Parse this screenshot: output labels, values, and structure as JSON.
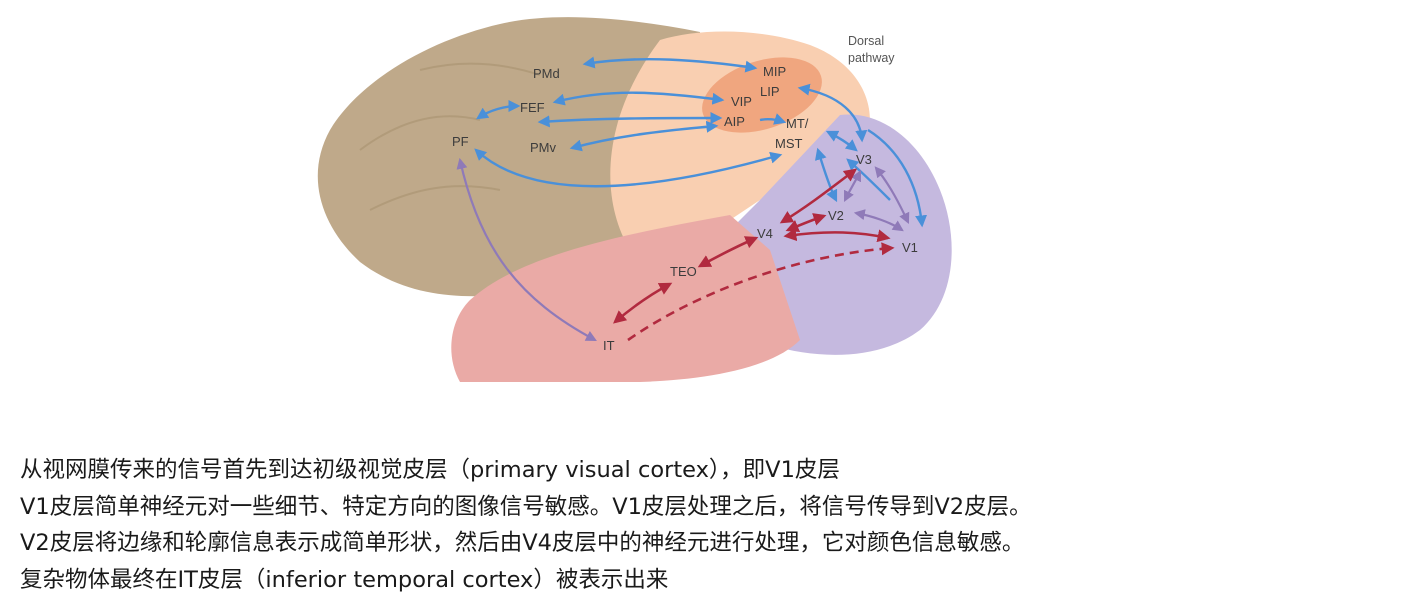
{
  "diagram": {
    "labels": {
      "pmd": "PMd",
      "fef": "FEF",
      "pf": "PF",
      "pmv": "PMv",
      "mip": "MIP",
      "lip": "LIP",
      "vip": "VIP",
      "aip": "AIP",
      "mt": "MT/",
      "mst": "MST",
      "v3": "V3",
      "v2": "V2",
      "v4": "V4",
      "v1": "V1",
      "teo": "TEO",
      "it": "IT",
      "dorsal_1": "Dorsal",
      "dorsal_2": "pathway"
    },
    "colors": {
      "frontal": "#bfa98a",
      "parietal": "#f9cfb1",
      "occipital": "#c5b9df",
      "temporal": "#eaaaa6",
      "area_highlight": "#ee9f77",
      "dorsal_arrow": "#4a90d9",
      "ventral_arrow": "#b12a3f",
      "cross_arrow": "#8f7ab8"
    }
  },
  "caption": {
    "line1": "从视网膜传来的信号首先到达初级视觉皮层（primary visual cortex），即V1皮层",
    "line2": "V1皮层简单神经元对一些细节、特定方向的图像信号敏感。V1皮层处理之后，将信号传导到V2皮层。",
    "line3": "V2皮层将边缘和轮廓信息表示成简单形状，然后由V4皮层中的神经元进行处理，它对颜色信息敏感。",
    "line4": "复杂物体最终在IT皮层（inferior temporal cortex）被表示出来"
  }
}
